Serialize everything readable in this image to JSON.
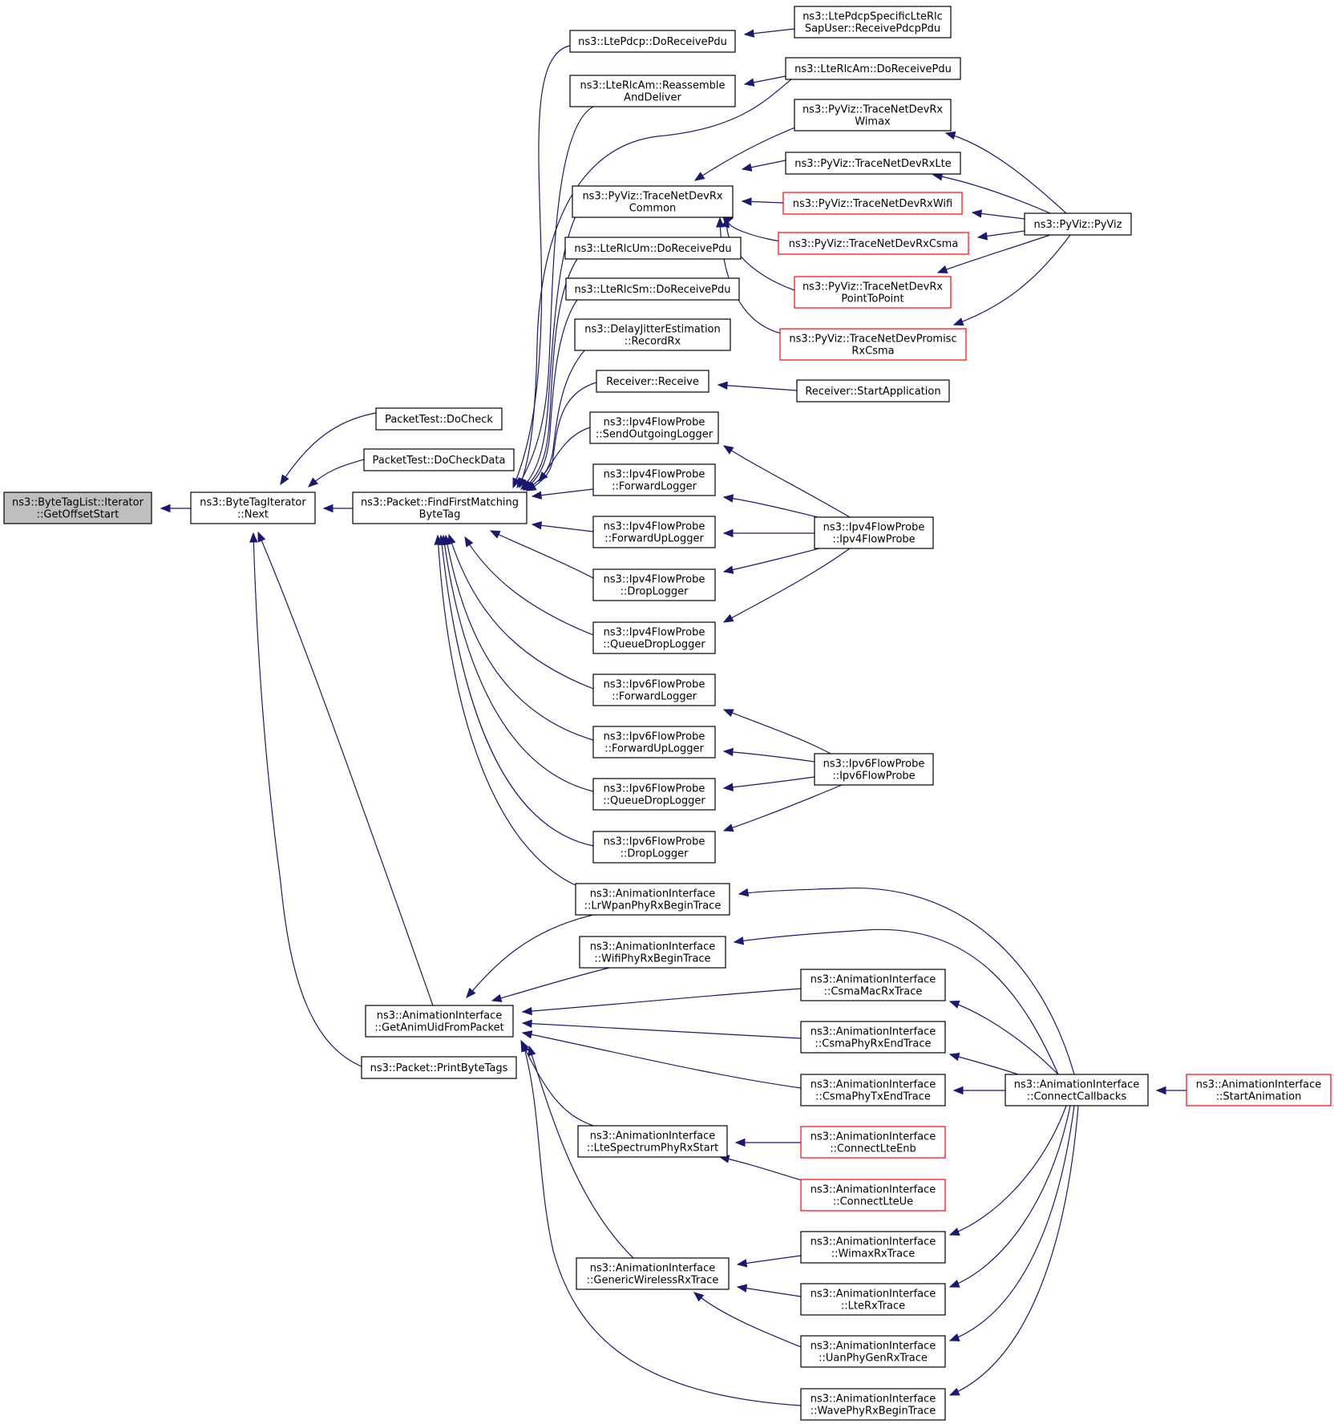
{
  "colors": {
    "edge": "#191970",
    "node_border": "#000000",
    "node_border_truncated": "#ff0000",
    "root_fill": "#bfbfbf"
  },
  "nodes": [
    {
      "id": "n0",
      "lines": [
        "ns3::ByteTagList::Iterator",
        "::GetOffsetStart"
      ],
      "style": "root"
    },
    {
      "id": "n1",
      "lines": [
        "ns3::ByteTagIterator",
        "::Next"
      ],
      "style": "normal"
    },
    {
      "id": "n2",
      "lines": [
        "PacketTest::DoCheck"
      ],
      "style": "normal"
    },
    {
      "id": "n3",
      "lines": [
        "PacketTest::DoCheckData"
      ],
      "style": "normal"
    },
    {
      "id": "n4",
      "lines": [
        "ns3::Packet::FindFirstMatching",
        "ByteTag"
      ],
      "style": "normal"
    },
    {
      "id": "n5",
      "lines": [
        "ns3::AnimationInterface",
        "::GetAnimUidFromPacket"
      ],
      "style": "normal"
    },
    {
      "id": "n6",
      "lines": [
        "ns3::Packet::PrintByteTags"
      ],
      "style": "normal"
    },
    {
      "id": "n7",
      "lines": [
        "ns3::LtePdcp::DoReceivePdu"
      ],
      "style": "normal"
    },
    {
      "id": "n8",
      "lines": [
        "ns3::LteRlcAm::Reassemble",
        "AndDeliver"
      ],
      "style": "normal"
    },
    {
      "id": "n9",
      "lines": [
        "ns3::PyViz::TraceNetDevRx",
        "Common"
      ],
      "style": "normal"
    },
    {
      "id": "n10",
      "lines": [
        "ns3::LteRlcUm::DoReceivePdu"
      ],
      "style": "normal"
    },
    {
      "id": "n11",
      "lines": [
        "ns3::LteRlcSm::DoReceivePdu"
      ],
      "style": "normal"
    },
    {
      "id": "n12",
      "lines": [
        "ns3::DelayJitterEstimation",
        "::RecordRx"
      ],
      "style": "normal"
    },
    {
      "id": "n13",
      "lines": [
        "Receiver::Receive"
      ],
      "style": "normal"
    },
    {
      "id": "n14",
      "lines": [
        "ns3::Ipv4FlowProbe",
        "::SendOutgoingLogger"
      ],
      "style": "normal"
    },
    {
      "id": "n15",
      "lines": [
        "ns3::Ipv4FlowProbe",
        "::ForwardLogger"
      ],
      "style": "normal"
    },
    {
      "id": "n16",
      "lines": [
        "ns3::Ipv4FlowProbe",
        "::ForwardUpLogger"
      ],
      "style": "normal"
    },
    {
      "id": "n17",
      "lines": [
        "ns3::Ipv4FlowProbe",
        "::DropLogger"
      ],
      "style": "normal"
    },
    {
      "id": "n18",
      "lines": [
        "ns3::Ipv4FlowProbe",
        "::QueueDropLogger"
      ],
      "style": "normal"
    },
    {
      "id": "n19",
      "lines": [
        "ns3::Ipv6FlowProbe",
        "::ForwardLogger"
      ],
      "style": "normal"
    },
    {
      "id": "n20",
      "lines": [
        "ns3::Ipv6FlowProbe",
        "::ForwardUpLogger"
      ],
      "style": "normal"
    },
    {
      "id": "n21",
      "lines": [
        "ns3::Ipv6FlowProbe",
        "::QueueDropLogger"
      ],
      "style": "normal"
    },
    {
      "id": "n22",
      "lines": [
        "ns3::Ipv6FlowProbe",
        "::DropLogger"
      ],
      "style": "normal"
    },
    {
      "id": "n23",
      "lines": [
        "ns3::AnimationInterface",
        "::LrWpanPhyRxBeginTrace"
      ],
      "style": "normal"
    },
    {
      "id": "n24",
      "lines": [
        "ns3::AnimationInterface",
        "::WifiPhyRxBeginTrace"
      ],
      "style": "normal"
    },
    {
      "id": "n25",
      "lines": [
        "ns3::AnimationInterface",
        "::LteSpectrumPhyRxStart"
      ],
      "style": "normal"
    },
    {
      "id": "n26",
      "lines": [
        "ns3::AnimationInterface",
        "::GenericWirelessRxTrace"
      ],
      "style": "normal"
    },
    {
      "id": "n27",
      "lines": [
        "ns3::LtePdcpSpecificLteRlc",
        "SapUser::ReceivePdcpPdu"
      ],
      "style": "normal"
    },
    {
      "id": "n28",
      "lines": [
        "ns3::LteRlcAm::DoReceivePdu"
      ],
      "style": "normal"
    },
    {
      "id": "n29",
      "lines": [
        "ns3::PyViz::TraceNetDevRx",
        "Wimax"
      ],
      "style": "normal"
    },
    {
      "id": "n30",
      "lines": [
        "ns3::PyViz::TraceNetDevRxLte"
      ],
      "style": "normal"
    },
    {
      "id": "n31",
      "lines": [
        "ns3::PyViz::TraceNetDevRxWifi"
      ],
      "style": "red"
    },
    {
      "id": "n32",
      "lines": [
        "ns3::PyViz::TraceNetDevRxCsma"
      ],
      "style": "red"
    },
    {
      "id": "n33",
      "lines": [
        "ns3::PyViz::TraceNetDevRx",
        "PointToPoint"
      ],
      "style": "red"
    },
    {
      "id": "n34",
      "lines": [
        "ns3::PyViz::TraceNetDevPromisc",
        "RxCsma"
      ],
      "style": "red"
    },
    {
      "id": "n35",
      "lines": [
        "Receiver::StartApplication"
      ],
      "style": "normal"
    },
    {
      "id": "n36",
      "lines": [
        "ns3::Ipv4FlowProbe",
        "::Ipv4FlowProbe"
      ],
      "style": "normal"
    },
    {
      "id": "n37",
      "lines": [
        "ns3::Ipv6FlowProbe",
        "::Ipv6FlowProbe"
      ],
      "style": "normal"
    },
    {
      "id": "n38",
      "lines": [
        "ns3::AnimationInterface",
        "::CsmaMacRxTrace"
      ],
      "style": "normal"
    },
    {
      "id": "n39",
      "lines": [
        "ns3::AnimationInterface",
        "::CsmaPhyRxEndTrace"
      ],
      "style": "normal"
    },
    {
      "id": "n40",
      "lines": [
        "ns3::AnimationInterface",
        "::CsmaPhyTxEndTrace"
      ],
      "style": "normal"
    },
    {
      "id": "n41",
      "lines": [
        "ns3::AnimationInterface",
        "::ConnectLteEnb"
      ],
      "style": "red"
    },
    {
      "id": "n42",
      "lines": [
        "ns3::AnimationInterface",
        "::ConnectLteUe"
      ],
      "style": "red"
    },
    {
      "id": "n43",
      "lines": [
        "ns3::AnimationInterface",
        "::WimaxRxTrace"
      ],
      "style": "normal"
    },
    {
      "id": "n44",
      "lines": [
        "ns3::AnimationInterface",
        "::LteRxTrace"
      ],
      "style": "normal"
    },
    {
      "id": "n45",
      "lines": [
        "ns3::AnimationInterface",
        "::UanPhyGenRxTrace"
      ],
      "style": "normal"
    },
    {
      "id": "n46",
      "lines": [
        "ns3::AnimationInterface",
        "::WavePhyRxBeginTrace"
      ],
      "style": "normal"
    },
    {
      "id": "n47",
      "lines": [
        "ns3::PyViz::PyViz"
      ],
      "style": "normal"
    },
    {
      "id": "n48",
      "lines": [
        "ns3::AnimationInterface",
        "::ConnectCallbacks"
      ],
      "style": "normal"
    },
    {
      "id": "n49",
      "lines": [
        "ns3::AnimationInterface",
        "::StartAnimation"
      ],
      "style": "red"
    }
  ],
  "edges": [
    {
      "from": "n1",
      "to": "n0"
    },
    {
      "from": "n2",
      "to": "n1"
    },
    {
      "from": "n3",
      "to": "n1"
    },
    {
      "from": "n4",
      "to": "n1"
    },
    {
      "from": "n5",
      "to": "n1"
    },
    {
      "from": "n6",
      "to": "n1"
    },
    {
      "from": "n7",
      "to": "n4"
    },
    {
      "from": "n8",
      "to": "n4"
    },
    {
      "from": "n28",
      "to": "n4"
    },
    {
      "from": "n9",
      "to": "n4"
    },
    {
      "from": "n10",
      "to": "n4"
    },
    {
      "from": "n11",
      "to": "n4"
    },
    {
      "from": "n12",
      "to": "n4"
    },
    {
      "from": "n13",
      "to": "n4"
    },
    {
      "from": "n14",
      "to": "n4"
    },
    {
      "from": "n15",
      "to": "n4"
    },
    {
      "from": "n16",
      "to": "n4"
    },
    {
      "from": "n17",
      "to": "n4"
    },
    {
      "from": "n18",
      "to": "n4"
    },
    {
      "from": "n19",
      "to": "n4"
    },
    {
      "from": "n20",
      "to": "n4"
    },
    {
      "from": "n21",
      "to": "n4"
    },
    {
      "from": "n22",
      "to": "n4"
    },
    {
      "from": "n23",
      "to": "n4"
    },
    {
      "from": "n23",
      "to": "n5"
    },
    {
      "from": "n24",
      "to": "n5"
    },
    {
      "from": "n38",
      "to": "n5"
    },
    {
      "from": "n39",
      "to": "n5"
    },
    {
      "from": "n40",
      "to": "n5"
    },
    {
      "from": "n25",
      "to": "n5"
    },
    {
      "from": "n26",
      "to": "n5"
    },
    {
      "from": "n46",
      "to": "n5"
    },
    {
      "from": "n27",
      "to": "n7"
    },
    {
      "from": "n28",
      "to": "n8"
    },
    {
      "from": "n29",
      "to": "n9"
    },
    {
      "from": "n30",
      "to": "n9"
    },
    {
      "from": "n31",
      "to": "n9"
    },
    {
      "from": "n32",
      "to": "n9"
    },
    {
      "from": "n33",
      "to": "n9"
    },
    {
      "from": "n34",
      "to": "n9"
    },
    {
      "from": "n35",
      "to": "n13"
    },
    {
      "from": "n36",
      "to": "n14"
    },
    {
      "from": "n36",
      "to": "n15"
    },
    {
      "from": "n36",
      "to": "n16"
    },
    {
      "from": "n36",
      "to": "n17"
    },
    {
      "from": "n36",
      "to": "n18"
    },
    {
      "from": "n37",
      "to": "n19"
    },
    {
      "from": "n37",
      "to": "n20"
    },
    {
      "from": "n37",
      "to": "n21"
    },
    {
      "from": "n37",
      "to": "n22"
    },
    {
      "from": "n48",
      "to": "n23"
    },
    {
      "from": "n48",
      "to": "n24"
    },
    {
      "from": "n41",
      "to": "n25"
    },
    {
      "from": "n42",
      "to": "n25"
    },
    {
      "from": "n43",
      "to": "n26"
    },
    {
      "from": "n44",
      "to": "n26"
    },
    {
      "from": "n45",
      "to": "n26"
    },
    {
      "from": "n47",
      "to": "n29"
    },
    {
      "from": "n47",
      "to": "n30"
    },
    {
      "from": "n47",
      "to": "n31"
    },
    {
      "from": "n47",
      "to": "n32"
    },
    {
      "from": "n47",
      "to": "n33"
    },
    {
      "from": "n47",
      "to": "n34"
    },
    {
      "from": "n48",
      "to": "n38"
    },
    {
      "from": "n48",
      "to": "n39"
    },
    {
      "from": "n48",
      "to": "n40"
    },
    {
      "from": "n48",
      "to": "n43"
    },
    {
      "from": "n48",
      "to": "n44"
    },
    {
      "from": "n48",
      "to": "n45"
    },
    {
      "from": "n48",
      "to": "n46"
    },
    {
      "from": "n49",
      "to": "n48"
    }
  ]
}
